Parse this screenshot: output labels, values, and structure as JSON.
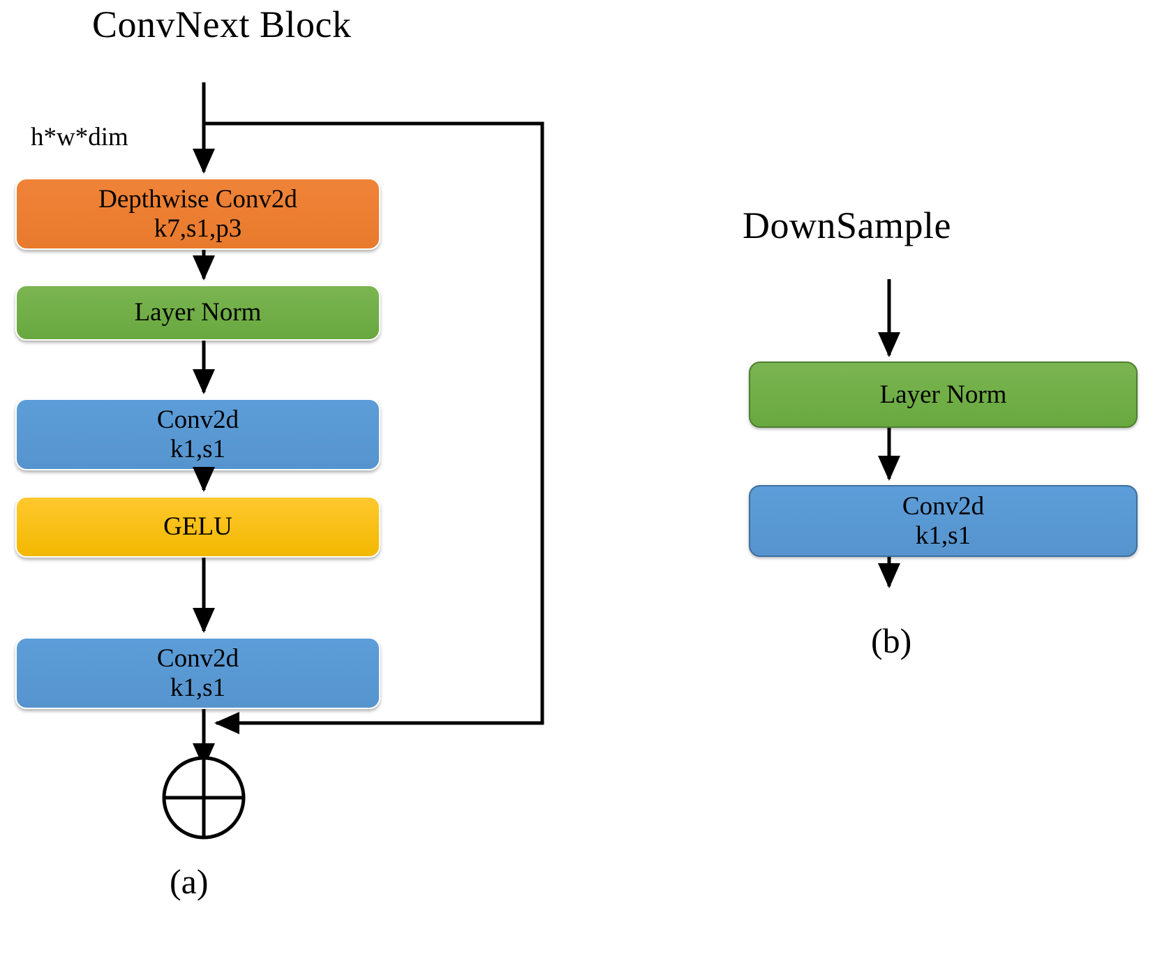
{
  "figure": {
    "panels": [
      {
        "id": "a",
        "title": "ConvNext Block",
        "caption": "(a)",
        "input_label": "h*w*dim",
        "blocks": [
          {
            "name": "depthwise-conv2d",
            "line1": "Depthwise Conv2d",
            "line2": "k7,s1,p3",
            "color": "#ED7D31"
          },
          {
            "name": "layer-norm",
            "line1": "Layer Norm",
            "line2": "",
            "color": "#70AD47"
          },
          {
            "name": "conv2d-1",
            "line1": "Conv2d",
            "line2": "k1,s1",
            "color": "#5B9BD5"
          },
          {
            "name": "gelu",
            "line1": "GELU",
            "line2": "",
            "color": "#FFC000"
          },
          {
            "name": "conv2d-2",
            "line1": "Conv2d",
            "line2": "k1,s1",
            "color": "#5B9BD5"
          }
        ],
        "residual": {
          "symbol": "circled-plus",
          "description": "element-wise addition"
        }
      },
      {
        "id": "b",
        "title": "DownSample",
        "caption": "(b)",
        "blocks": [
          {
            "name": "layer-norm",
            "line1": "Layer Norm",
            "line2": "",
            "color": "#70AD47"
          },
          {
            "name": "conv2d",
            "line1": "Conv2d",
            "line2": "k1,s1",
            "color": "#5B9BD5"
          }
        ]
      }
    ]
  },
  "palette": {
    "orange": "#ED7D31",
    "green": "#70AD47",
    "blue": "#5B9BD5",
    "yellow": "#FFC000",
    "arrow": "#000000",
    "background": "#FFFFFF"
  }
}
